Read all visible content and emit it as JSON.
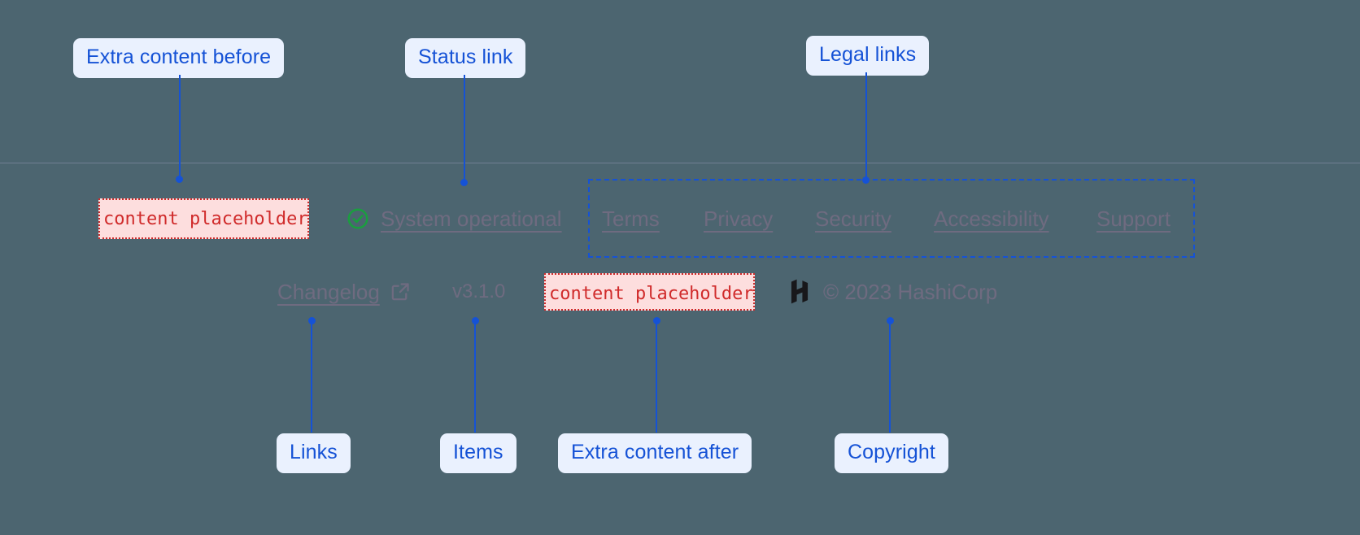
{
  "theme": {
    "page_background": "#4c6570",
    "callout_background": "#eaf1fe",
    "callout_text": "#1552d6",
    "leader_color": "#1552d6",
    "footer_text": "#6f6b80",
    "placeholder_text": "#d02b2b",
    "placeholder_background": "#fddede",
    "status_icon": "#1a9e3f",
    "logo_color": "#18181b"
  },
  "annotations": [
    {
      "label": "Extra content before"
    },
    {
      "label": "Status link"
    },
    {
      "label": "Legal links"
    },
    {
      "label": "Links"
    },
    {
      "label": "Items"
    },
    {
      "label": "Extra content after"
    },
    {
      "label": "Copyright"
    }
  ],
  "footer": {
    "extra_before": {
      "text": "content placeholder"
    },
    "status": {
      "icon": "check-circle-icon",
      "label": "System operational"
    },
    "legal_links": [
      {
        "label": "Terms"
      },
      {
        "label": "Privacy"
      },
      {
        "label": "Security"
      },
      {
        "label": "Accessibility"
      },
      {
        "label": "Support"
      }
    ],
    "changelog": {
      "label": "Changelog",
      "icon": "external-link-icon"
    },
    "version": "v3.1.0",
    "extra_after": {
      "text": "content placeholder"
    },
    "copyright": {
      "logo": "hashicorp-logo",
      "text": "© 2023 HashiCorp"
    }
  }
}
